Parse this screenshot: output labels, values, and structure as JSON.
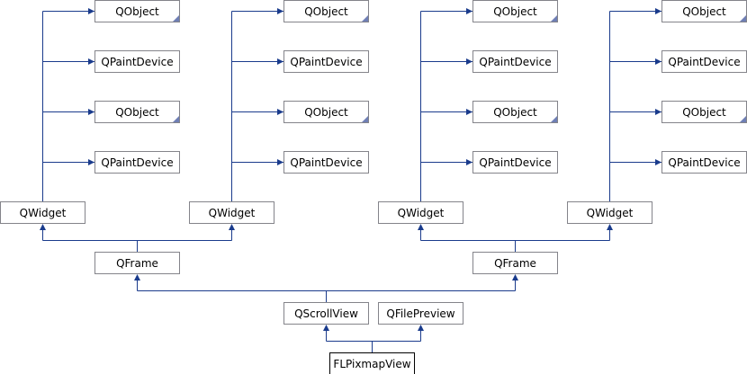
{
  "diagram": {
    "nodes": [
      {
        "id": "obj1",
        "label": "QObject",
        "folded": true
      },
      {
        "id": "pd1",
        "label": "QPaintDevice",
        "folded": false
      },
      {
        "id": "obj2",
        "label": "QObject",
        "folded": true
      },
      {
        "id": "pd2",
        "label": "QPaintDevice",
        "folded": false
      },
      {
        "id": "obj3",
        "label": "QObject",
        "folded": true
      },
      {
        "id": "pd3",
        "label": "QPaintDevice",
        "folded": false
      },
      {
        "id": "obj4",
        "label": "QObject",
        "folded": true
      },
      {
        "id": "pd4",
        "label": "QPaintDevice",
        "folded": false
      },
      {
        "id": "obj5",
        "label": "QObject",
        "folded": true
      },
      {
        "id": "pd5",
        "label": "QPaintDevice",
        "folded": false
      },
      {
        "id": "obj6",
        "label": "QObject",
        "folded": true
      },
      {
        "id": "pd6",
        "label": "QPaintDevice",
        "folded": false
      },
      {
        "id": "obj7",
        "label": "QObject",
        "folded": true
      },
      {
        "id": "pd7",
        "label": "QPaintDevice",
        "folded": false
      },
      {
        "id": "obj8",
        "label": "QObject",
        "folded": true
      },
      {
        "id": "pd8",
        "label": "QPaintDevice",
        "folded": false
      },
      {
        "id": "w1",
        "label": "QWidget",
        "folded": false
      },
      {
        "id": "w2",
        "label": "QWidget",
        "folded": false
      },
      {
        "id": "w3",
        "label": "QWidget",
        "folded": false
      },
      {
        "id": "w4",
        "label": "QWidget",
        "folded": false
      },
      {
        "id": "f1",
        "label": "QFrame",
        "folded": false
      },
      {
        "id": "f2",
        "label": "QFrame",
        "folded": false
      },
      {
        "id": "sv",
        "label": "QScrollView",
        "folded": false
      },
      {
        "id": "fp",
        "label": "QFilePreview",
        "folded": false
      },
      {
        "id": "main",
        "label": "FLPixmapView",
        "folded": false
      }
    ],
    "edges": [
      {
        "child": "w1",
        "parent": "obj1"
      },
      {
        "child": "w1",
        "parent": "pd1"
      },
      {
        "child": "w1",
        "parent": "obj2"
      },
      {
        "child": "w1",
        "parent": "pd2"
      },
      {
        "child": "w2",
        "parent": "obj3"
      },
      {
        "child": "w2",
        "parent": "pd3"
      },
      {
        "child": "w2",
        "parent": "obj4"
      },
      {
        "child": "w2",
        "parent": "pd4"
      },
      {
        "child": "w3",
        "parent": "obj5"
      },
      {
        "child": "w3",
        "parent": "pd5"
      },
      {
        "child": "w3",
        "parent": "obj6"
      },
      {
        "child": "w3",
        "parent": "pd6"
      },
      {
        "child": "w4",
        "parent": "obj7"
      },
      {
        "child": "w4",
        "parent": "pd7"
      },
      {
        "child": "w4",
        "parent": "obj8"
      },
      {
        "child": "w4",
        "parent": "pd8"
      },
      {
        "child": "f1",
        "parent": "w1"
      },
      {
        "child": "f1",
        "parent": "w2"
      },
      {
        "child": "f2",
        "parent": "w3"
      },
      {
        "child": "f2",
        "parent": "w4"
      },
      {
        "child": "sv",
        "parent": "f1"
      },
      {
        "child": "sv",
        "parent": "f2"
      },
      {
        "child": "main",
        "parent": "sv"
      },
      {
        "child": "main",
        "parent": "fp"
      }
    ],
    "colors": {
      "edge": "#1a3b8c",
      "border": "#84848a",
      "corner": "#6f7fb5"
    }
  }
}
